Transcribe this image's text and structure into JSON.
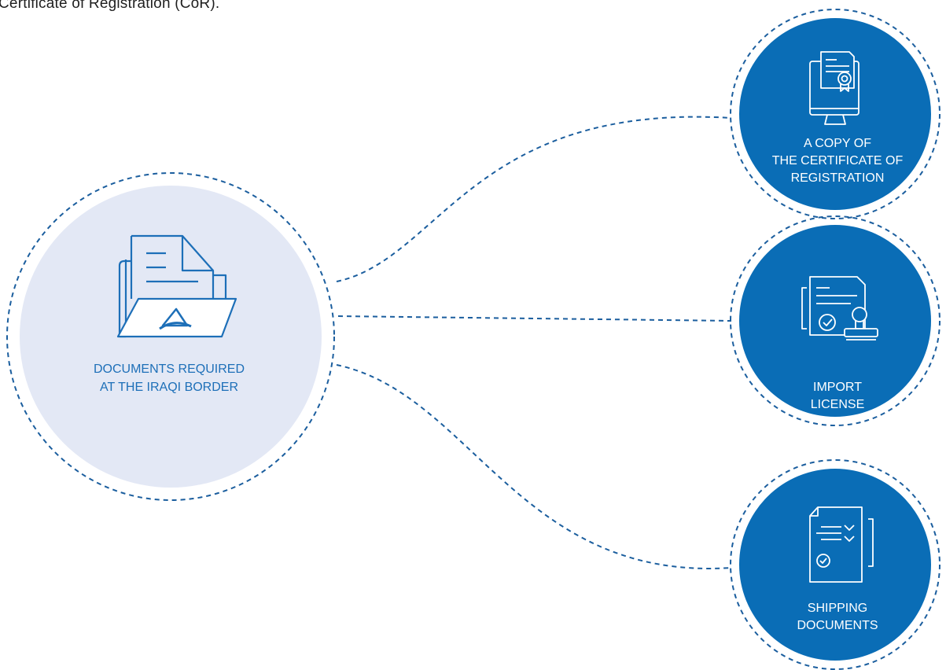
{
  "header": {
    "text": "Certificate of Registration (CoR)."
  },
  "center": {
    "line1": "DOCUMENTS REQUIRED",
    "line2": "AT THE IRAQI BORDER",
    "icon": "folder-with-logo-icon"
  },
  "nodes": [
    {
      "icon": "computer-certificate-icon",
      "lines": [
        "A COPY OF",
        "THE CERTIFICATE OF",
        "REGISTRATION"
      ]
    },
    {
      "icon": "license-stamp-icon",
      "lines": [
        "IMPORT",
        "LICENSE"
      ]
    },
    {
      "icon": "shipping-documents-icon",
      "lines": [
        "SHIPPING",
        "DOCUMENTS"
      ]
    }
  ],
  "colors": {
    "primary": "#0a6db6",
    "center_fill": "#e3e8f5",
    "line": "#1b5e9e"
  }
}
